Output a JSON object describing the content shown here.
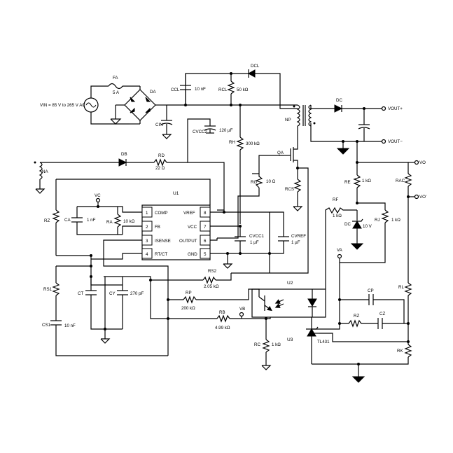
{
  "diagram": {
    "input": {
      "vin": "VIN = 85 V to 265 V AC",
      "fuse_name": "FA",
      "fuse_value": "5 A",
      "bridge": "DA",
      "cin": "CIN"
    },
    "clamp": {
      "ccl": "CCL",
      "ccl_value": "10 nF",
      "rcl": "RCL",
      "rcl_value": "50 kΩ",
      "dcl": "DCL"
    },
    "startup": {
      "cvcc2": "CVCC2",
      "cvcc2_value": "120 µF",
      "rh": "RH",
      "rh_value": "300 kΩ"
    },
    "aux": {
      "na": "NA",
      "db": "DB",
      "rd": "RD",
      "rd_value": "22 Ω"
    },
    "transformer": {
      "np": "NP"
    },
    "switch": {
      "qa": "QA",
      "rg": "RG",
      "rg_value": "10 Ω",
      "rcs": "RCS"
    },
    "output": {
      "dc": "DC",
      "vout_plus": "VOUT+",
      "vout_minus": "VOUT−"
    },
    "controller": {
      "name": "U1",
      "left_pins": [
        {
          "num": "1",
          "name": "COMP"
        },
        {
          "num": "2",
          "name": "FB"
        },
        {
          "num": "3",
          "name": "ISENSE"
        },
        {
          "num": "4",
          "name": "RT/CT"
        }
      ],
      "right_pins": [
        {
          "num": "8",
          "name": "VREF"
        },
        {
          "num": "7",
          "name": "VCC"
        },
        {
          "num": "6",
          "name": "OUTPUT"
        },
        {
          "num": "5",
          "name": "GND"
        }
      ],
      "vc": "VC",
      "ca": "CA",
      "ca_value": "1 nF",
      "ra": "RA",
      "ra_value": "10 kΩ",
      "rz": "RZ",
      "cvcc1": "CVCC1",
      "cvcc1_value": "1 µF",
      "cvref": "CVREF",
      "cvref_value": "1 µF"
    },
    "timing": {
      "rs1": "RS1",
      "cs1": "CS1",
      "cs1_value": "10 nF",
      "ct": "CT",
      "cy": "CY",
      "cy_value": "270 pF",
      "rs2": "RS2",
      "rs2_value": "2.05 kΩ",
      "rp": "RP",
      "rp_value": "200 kΩ",
      "rb": "RB",
      "rb_value": "4.99 kΩ",
      "vb": "VB"
    },
    "opto": {
      "u2": "U2",
      "u3": "U3",
      "tl431": "TL431",
      "rc": "RC",
      "rc_value": "1 kΩ"
    },
    "feedback": {
      "re": "RE",
      "re_value": "1 kΩ",
      "rac": "RAC",
      "vo": "VO",
      "vo2": "VO'",
      "rf": "RF",
      "rf_value": "1 kΩ",
      "dc2": "DC",
      "dc2_value": "10 V",
      "rj": "RJ",
      "rj_value": "1 kΩ",
      "va": "VA",
      "cp": "CP",
      "rz2": "RZ",
      "cz": "CZ",
      "rl": "RL",
      "rk": "RK"
    }
  }
}
